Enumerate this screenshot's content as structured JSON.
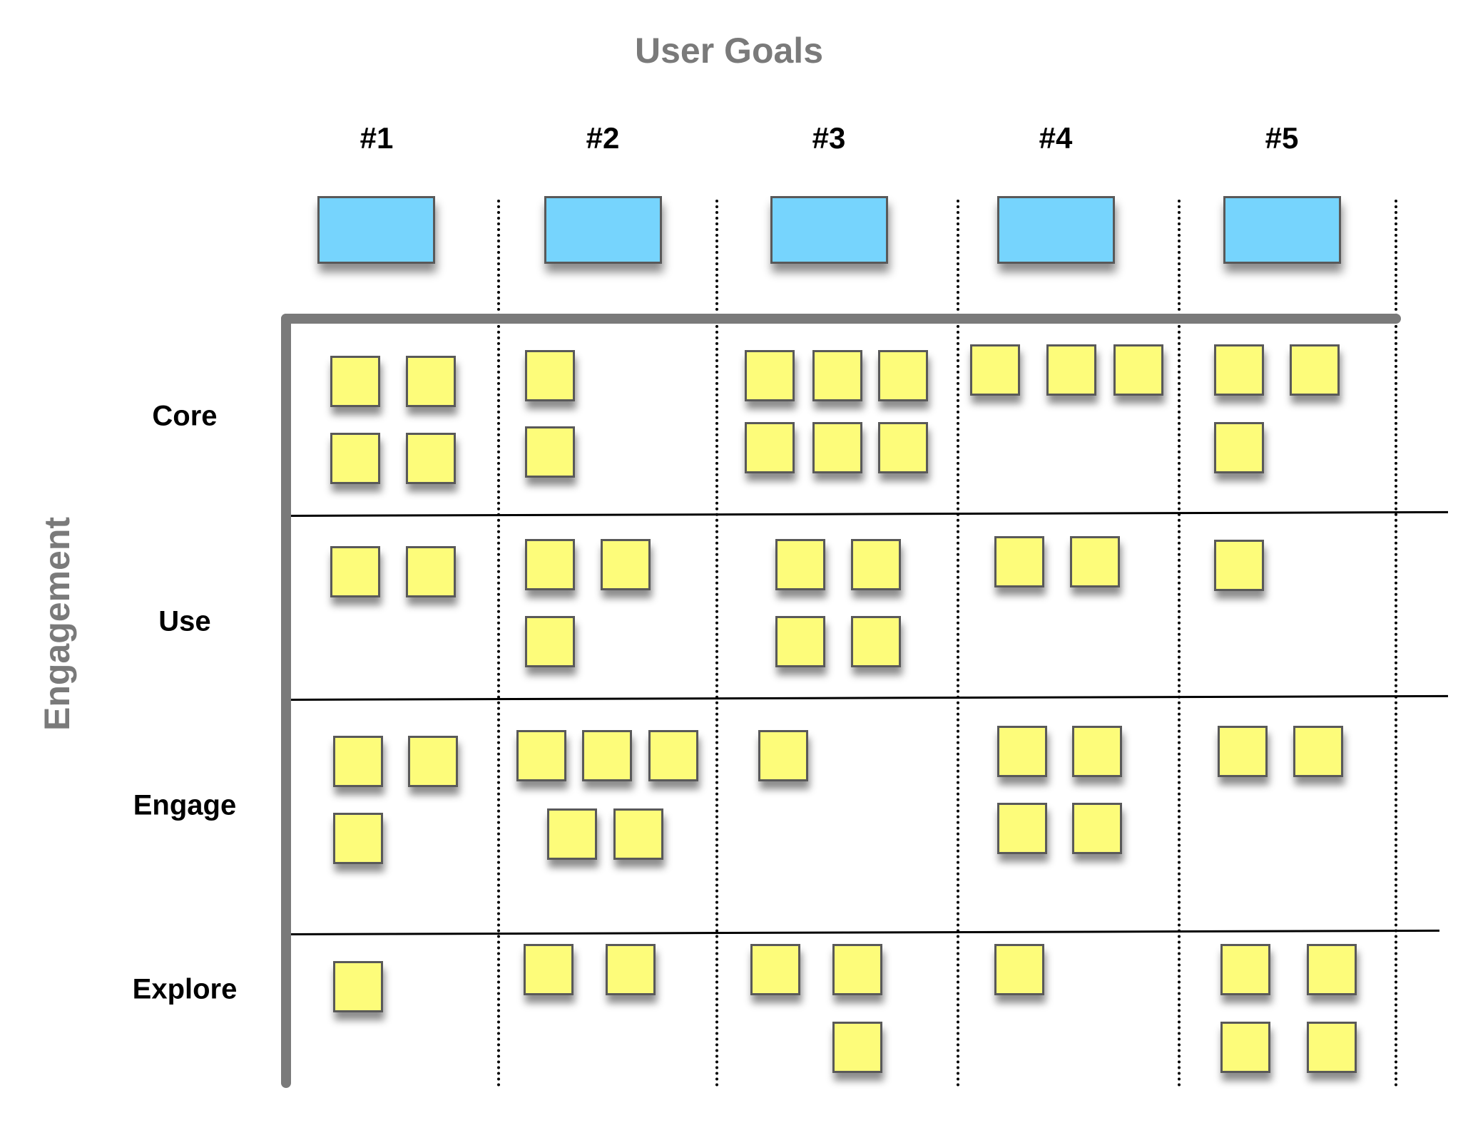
{
  "x_axis_title": "User Goals",
  "y_axis_title": "Engagement",
  "goals": [
    {
      "label": "#1"
    },
    {
      "label": "#2"
    },
    {
      "label": "#3"
    },
    {
      "label": "#4"
    },
    {
      "label": "#5"
    }
  ],
  "levels": [
    {
      "label": "Core"
    },
    {
      "label": "Use"
    },
    {
      "label": "Engage"
    },
    {
      "label": "Explore"
    }
  ],
  "note_counts": {
    "Core": [
      4,
      2,
      6,
      3,
      3
    ],
    "Use": [
      2,
      3,
      4,
      2,
      1
    ],
    "Engage": [
      3,
      5,
      1,
      4,
      2
    ],
    "Explore": [
      1,
      2,
      3,
      1,
      4
    ]
  },
  "colors": {
    "goal_card": "#76d4fd",
    "sticky_note": "#fdfc7a",
    "axis": "#7a7a7a",
    "axis_title": "#7a7a7a",
    "border": "#595959"
  }
}
